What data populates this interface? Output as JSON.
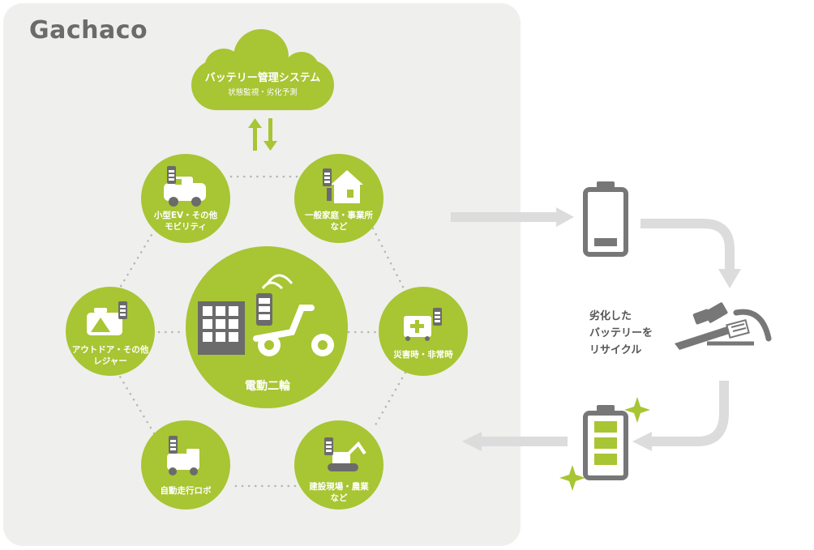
{
  "brand": {
    "logo": "Gachaco"
  },
  "cloud": {
    "title": "バッテリー管理システム",
    "subtitle": "状態監視・劣化予測"
  },
  "center": {
    "label": "電動二輪"
  },
  "nodes": [
    {
      "id": "small-ev",
      "lines": [
        "小型EV・その他",
        "モビリティ"
      ]
    },
    {
      "id": "home-office",
      "lines": [
        "一般家庭・事業所",
        "など"
      ]
    },
    {
      "id": "disaster",
      "lines": [
        "災害時・非常時"
      ]
    },
    {
      "id": "construction",
      "lines": [
        "建設現場・農業",
        "など"
      ]
    },
    {
      "id": "robot",
      "lines": [
        "自動走行ロボ"
      ]
    },
    {
      "id": "outdoor",
      "lines": [
        "アウトドア・その他",
        "レジャー"
      ]
    }
  ],
  "recycle": {
    "lines": [
      "劣化した",
      "バッテリーを",
      "リサイクル"
    ]
  },
  "colors": {
    "accent": "#a8c533",
    "panel": "#efefee",
    "gray": "#6b6b6b",
    "arrow": "#dcdcdc"
  }
}
